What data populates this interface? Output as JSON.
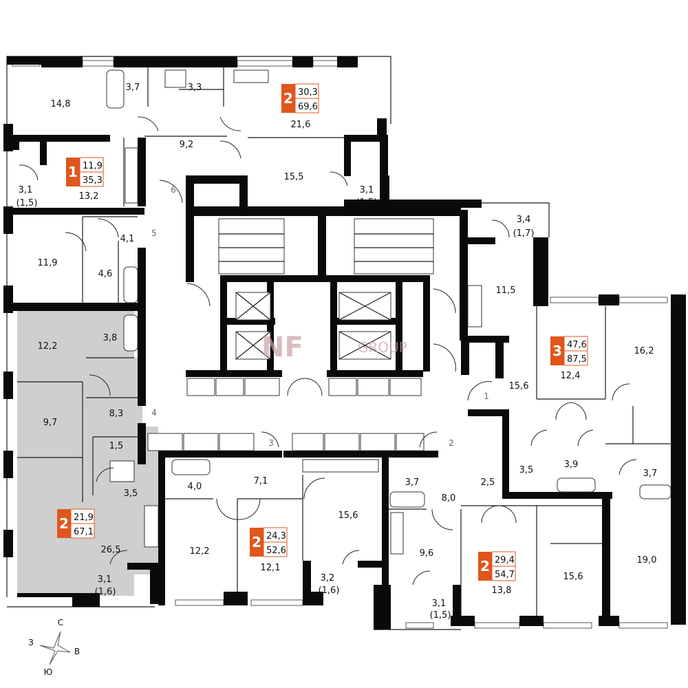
{
  "colors": {
    "wall": "#0a0a0a",
    "highlight_apartment": "#cfcfcf",
    "badge_accent": "#e0561c",
    "watermark": "#c9a0a5"
  },
  "apartments": [
    {
      "id": "apt-top",
      "rooms": "2",
      "living": "30,3",
      "total": "69,6"
    },
    {
      "id": "apt-left-top",
      "rooms": "1",
      "living": "11,9",
      "total": "35,3"
    },
    {
      "id": "apt-right",
      "rooms": "3",
      "living": "47,6",
      "total": "87,5"
    },
    {
      "id": "apt-left-bottom",
      "rooms": "2",
      "living": "21,9",
      "total": "67,1"
    },
    {
      "id": "apt-center",
      "rooms": "2",
      "living": "24,3",
      "total": "52,6"
    },
    {
      "id": "apt-bottom-right",
      "rooms": "2",
      "living": "29,4",
      "total": "54,7"
    }
  ],
  "room_areas": [
    "14,8",
    "3,7",
    "3,3",
    "21,6",
    "9,2",
    "15,5",
    "13,2",
    "6",
    "3,1",
    "(1,5)",
    "3,1",
    "(1,5)",
    "4,1",
    "5",
    "11,9",
    "4,6",
    "3,4",
    "(1,7)",
    "11,5",
    "12,2",
    "3,8",
    "16,2",
    "12,4",
    "15,6",
    "8,3",
    "9,7",
    "4",
    "1",
    "1,5",
    "3,5",
    "3,9",
    "3,7",
    "2,5",
    "3,5",
    "4,0",
    "7,1",
    "3,7",
    "8,0",
    "26,5",
    "12,2",
    "12,1",
    "15,6",
    "9,6",
    "13,8",
    "15,6",
    "19,0",
    "3,1",
    "(1,6)",
    "3,2",
    "(1,6)",
    "3,1",
    "(1,5)"
  ],
  "corridor_labels": [
    "6",
    "5",
    "4",
    "1",
    "3",
    "2"
  ],
  "watermark": {
    "brand": "NF",
    "group": "GROUP"
  },
  "compass": {
    "north": "С",
    "west": "З",
    "east": "В",
    "south": "Ю"
  }
}
